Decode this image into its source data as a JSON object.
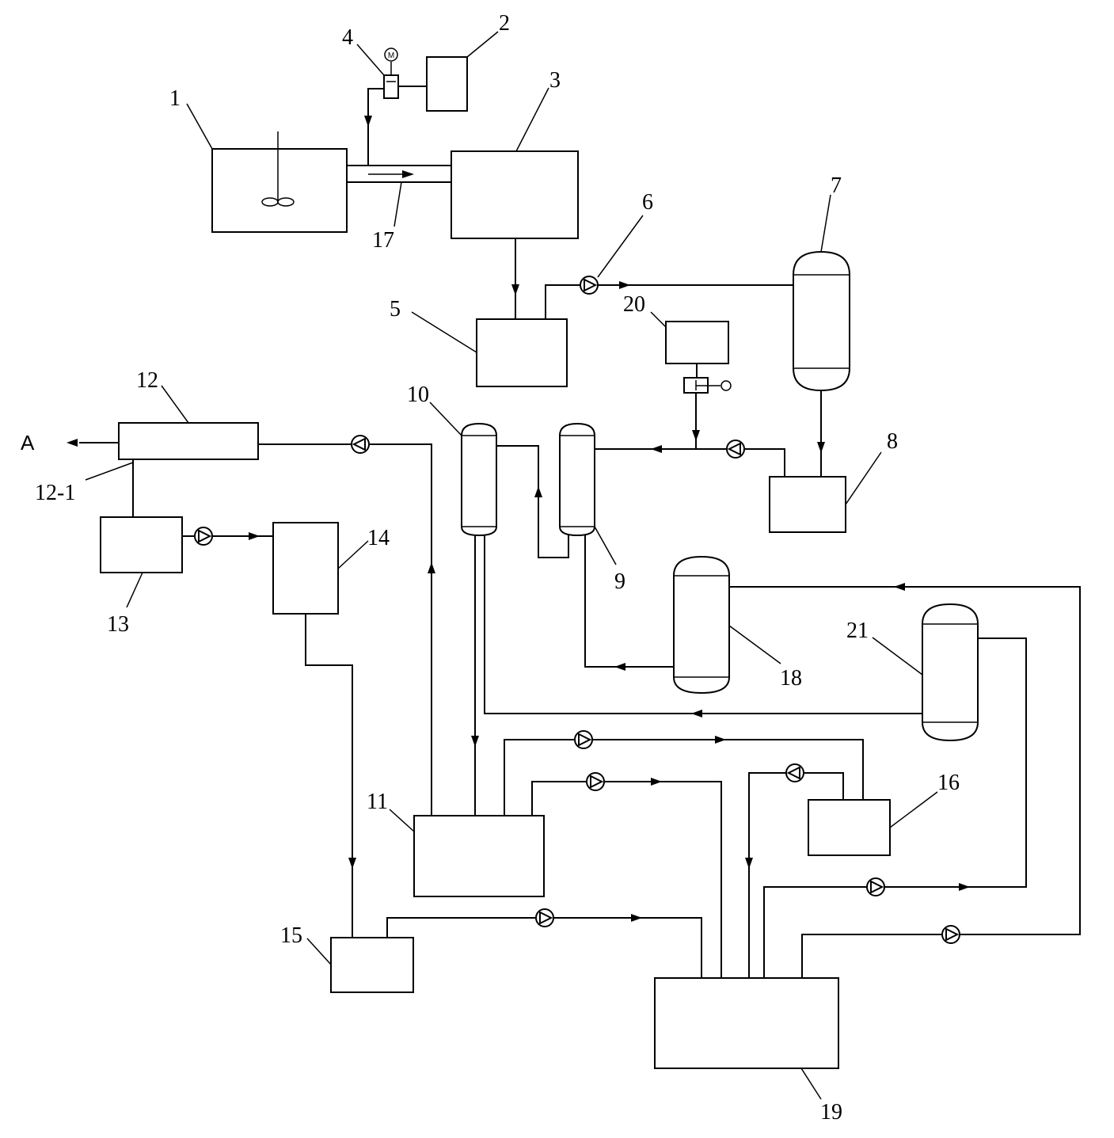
{
  "labels": {
    "u1": "1",
    "u2": "2",
    "u3": "3",
    "u4": "4",
    "u5": "5",
    "u6": "6",
    "u7": "7",
    "u8": "8",
    "u9": "9",
    "u10": "10",
    "u11": "11",
    "u12": "12",
    "u12_1": "12-1",
    "u13": "13",
    "u14": "14",
    "u15": "15",
    "u16": "16",
    "u17": "17",
    "u18": "18",
    "u19": "19",
    "u20": "20",
    "u21": "21"
  },
  "outlet": "A",
  "motor_symbol": "M"
}
